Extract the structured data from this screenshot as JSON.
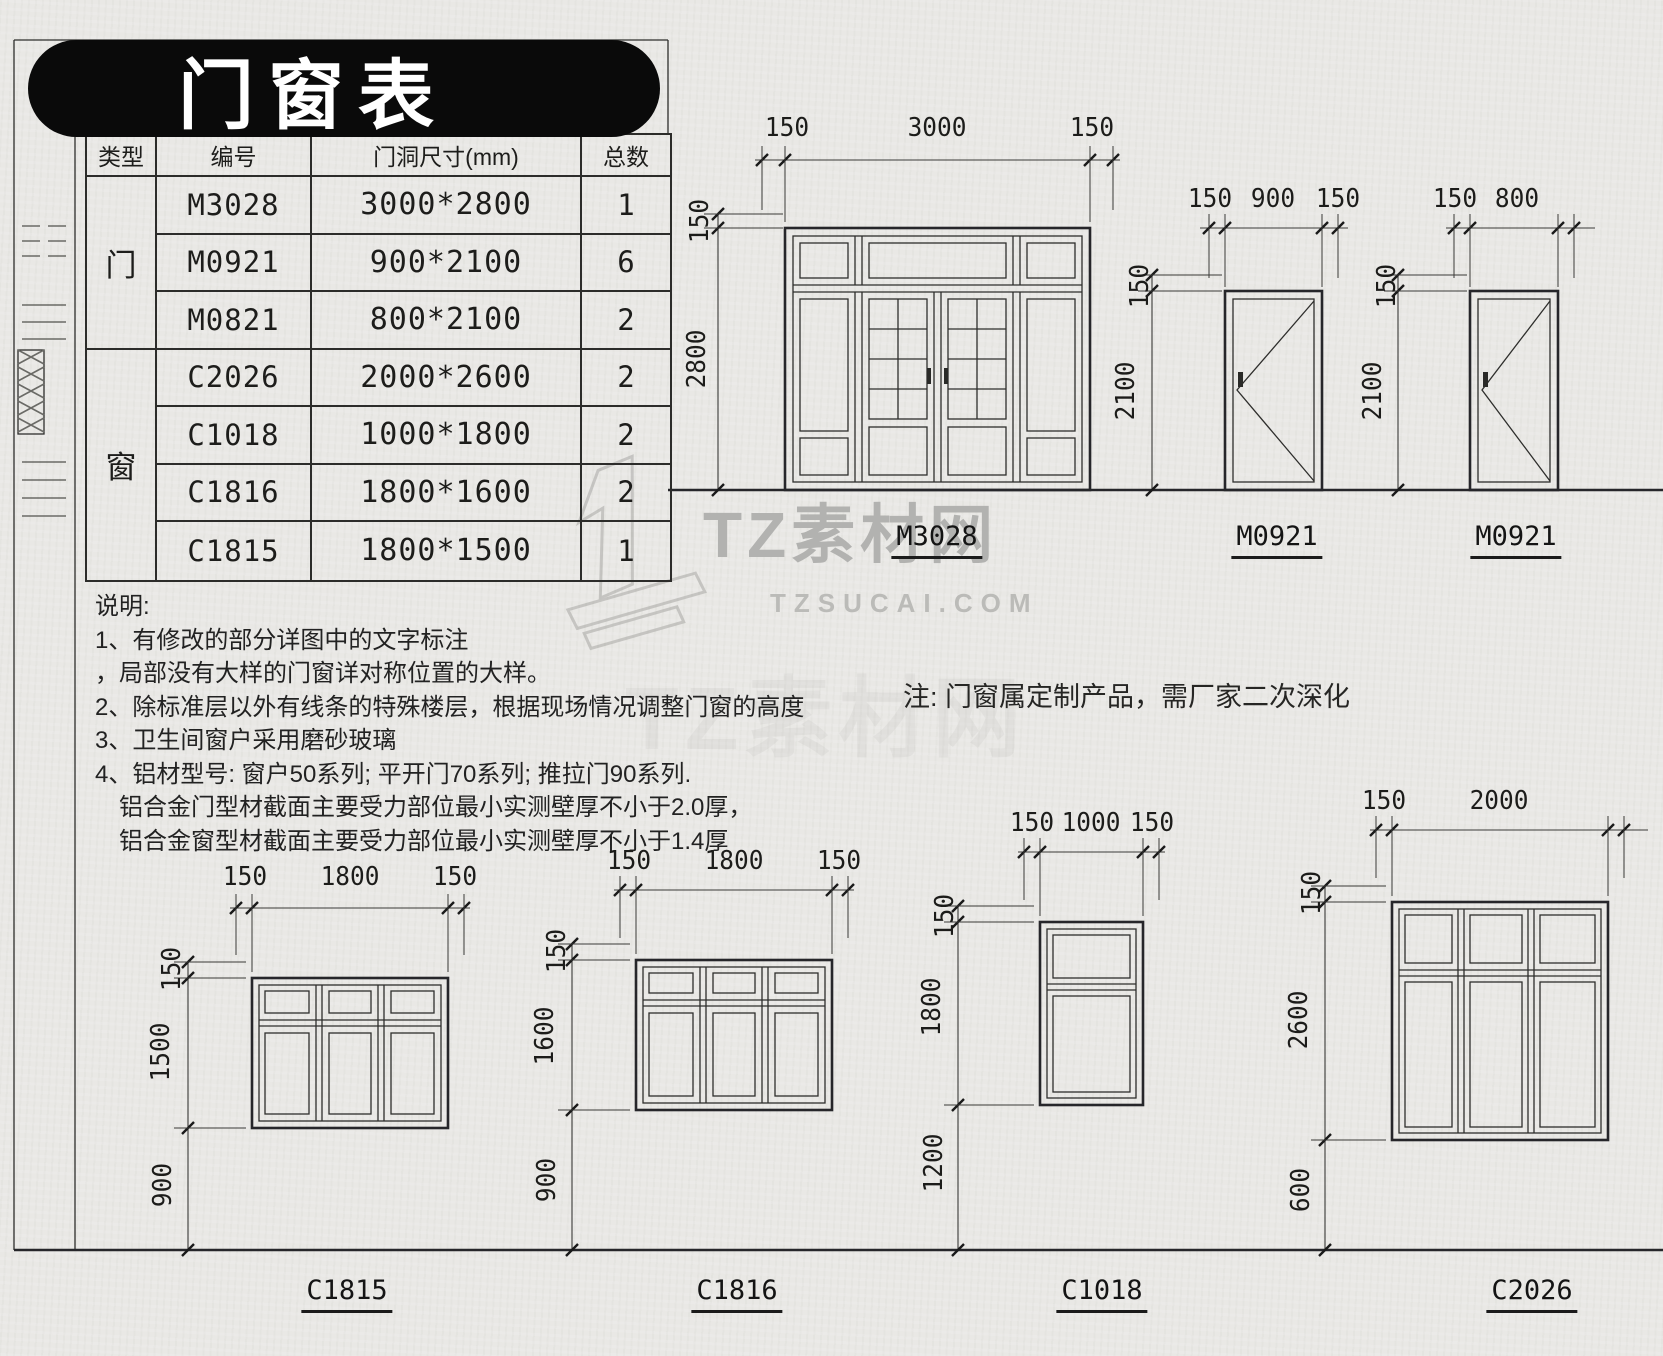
{
  "banner": {
    "title": "门窗表"
  },
  "table": {
    "headers": {
      "type": "类型",
      "code": "编号",
      "size": "门洞尺寸(mm)",
      "count": "总数"
    },
    "groups": [
      {
        "type": "门"
      },
      {
        "type": "窗"
      }
    ],
    "rows": [
      {
        "code": "M3028",
        "size": "3000*2800",
        "count": "1"
      },
      {
        "code": "M0921",
        "size": "900*2100",
        "count": "6"
      },
      {
        "code": "M0821",
        "size": "800*2100",
        "count": "2"
      },
      {
        "code": "C2026",
        "size": "2000*2600",
        "count": "2"
      },
      {
        "code": "C1018",
        "size": "1000*1800",
        "count": "2"
      },
      {
        "code": "C1816",
        "size": "1800*1600",
        "count": "2"
      },
      {
        "code": "C1815",
        "size": "1800*1500",
        "count": "1"
      }
    ]
  },
  "notes": {
    "heading": "说明:",
    "lines": [
      "1、有修改的部分详图中的文字标注",
      "，局部没有大样的门窗详对称位置的大样。",
      "2、除标准层以外有线条的特殊楼层，根据现场情况调整门窗的高度",
      "3、卫生间窗户采用磨砂玻璃",
      "4、铝材型号: 窗户50系列; 平开门70系列; 推拉门90系列.",
      "铝合金门型材截面主要受力部位最小实测壁厚不小于2.0厚，",
      "铝合金窗型材截面主要受力部位最小实测壁厚不小于1.4厚"
    ],
    "side_note": "注: 门窗属定制产品，需厂家二次深化"
  },
  "watermark": {
    "name": "TZ素材网",
    "domain": "TZSUCAI.COM"
  },
  "elevations": {
    "m3028": {
      "label": "M3028",
      "top_dims": [
        "150",
        "3000",
        "150"
      ],
      "left_dims": [
        "150",
        "2800"
      ]
    },
    "m0921a": {
      "label": "M0921",
      "top_dims": [
        "150",
        "900",
        "150"
      ],
      "left_dims": [
        "150",
        "2100"
      ]
    },
    "m0921b": {
      "label": "M0921",
      "top_dims": [
        "150",
        "800"
      ],
      "left_dims": [
        "150",
        "2100"
      ]
    },
    "c1815": {
      "label": "C1815",
      "top_dims": [
        "150",
        "1800",
        "150"
      ],
      "left_dims": [
        "150",
        "1500",
        "900"
      ]
    },
    "c1816": {
      "label": "C1816",
      "top_dims": [
        "150",
        "1800",
        "150"
      ],
      "left_dims": [
        "150",
        "1600",
        "900"
      ]
    },
    "c1018": {
      "label": "C1018",
      "top_dims": [
        "150",
        "1000",
        "150"
      ],
      "left_dims": [
        "150",
        "1800",
        "1200"
      ]
    },
    "c2026": {
      "label": "C2026",
      "top_dims": [
        "150",
        "2000"
      ],
      "left_dims": [
        "150",
        "2600",
        "600"
      ]
    }
  }
}
